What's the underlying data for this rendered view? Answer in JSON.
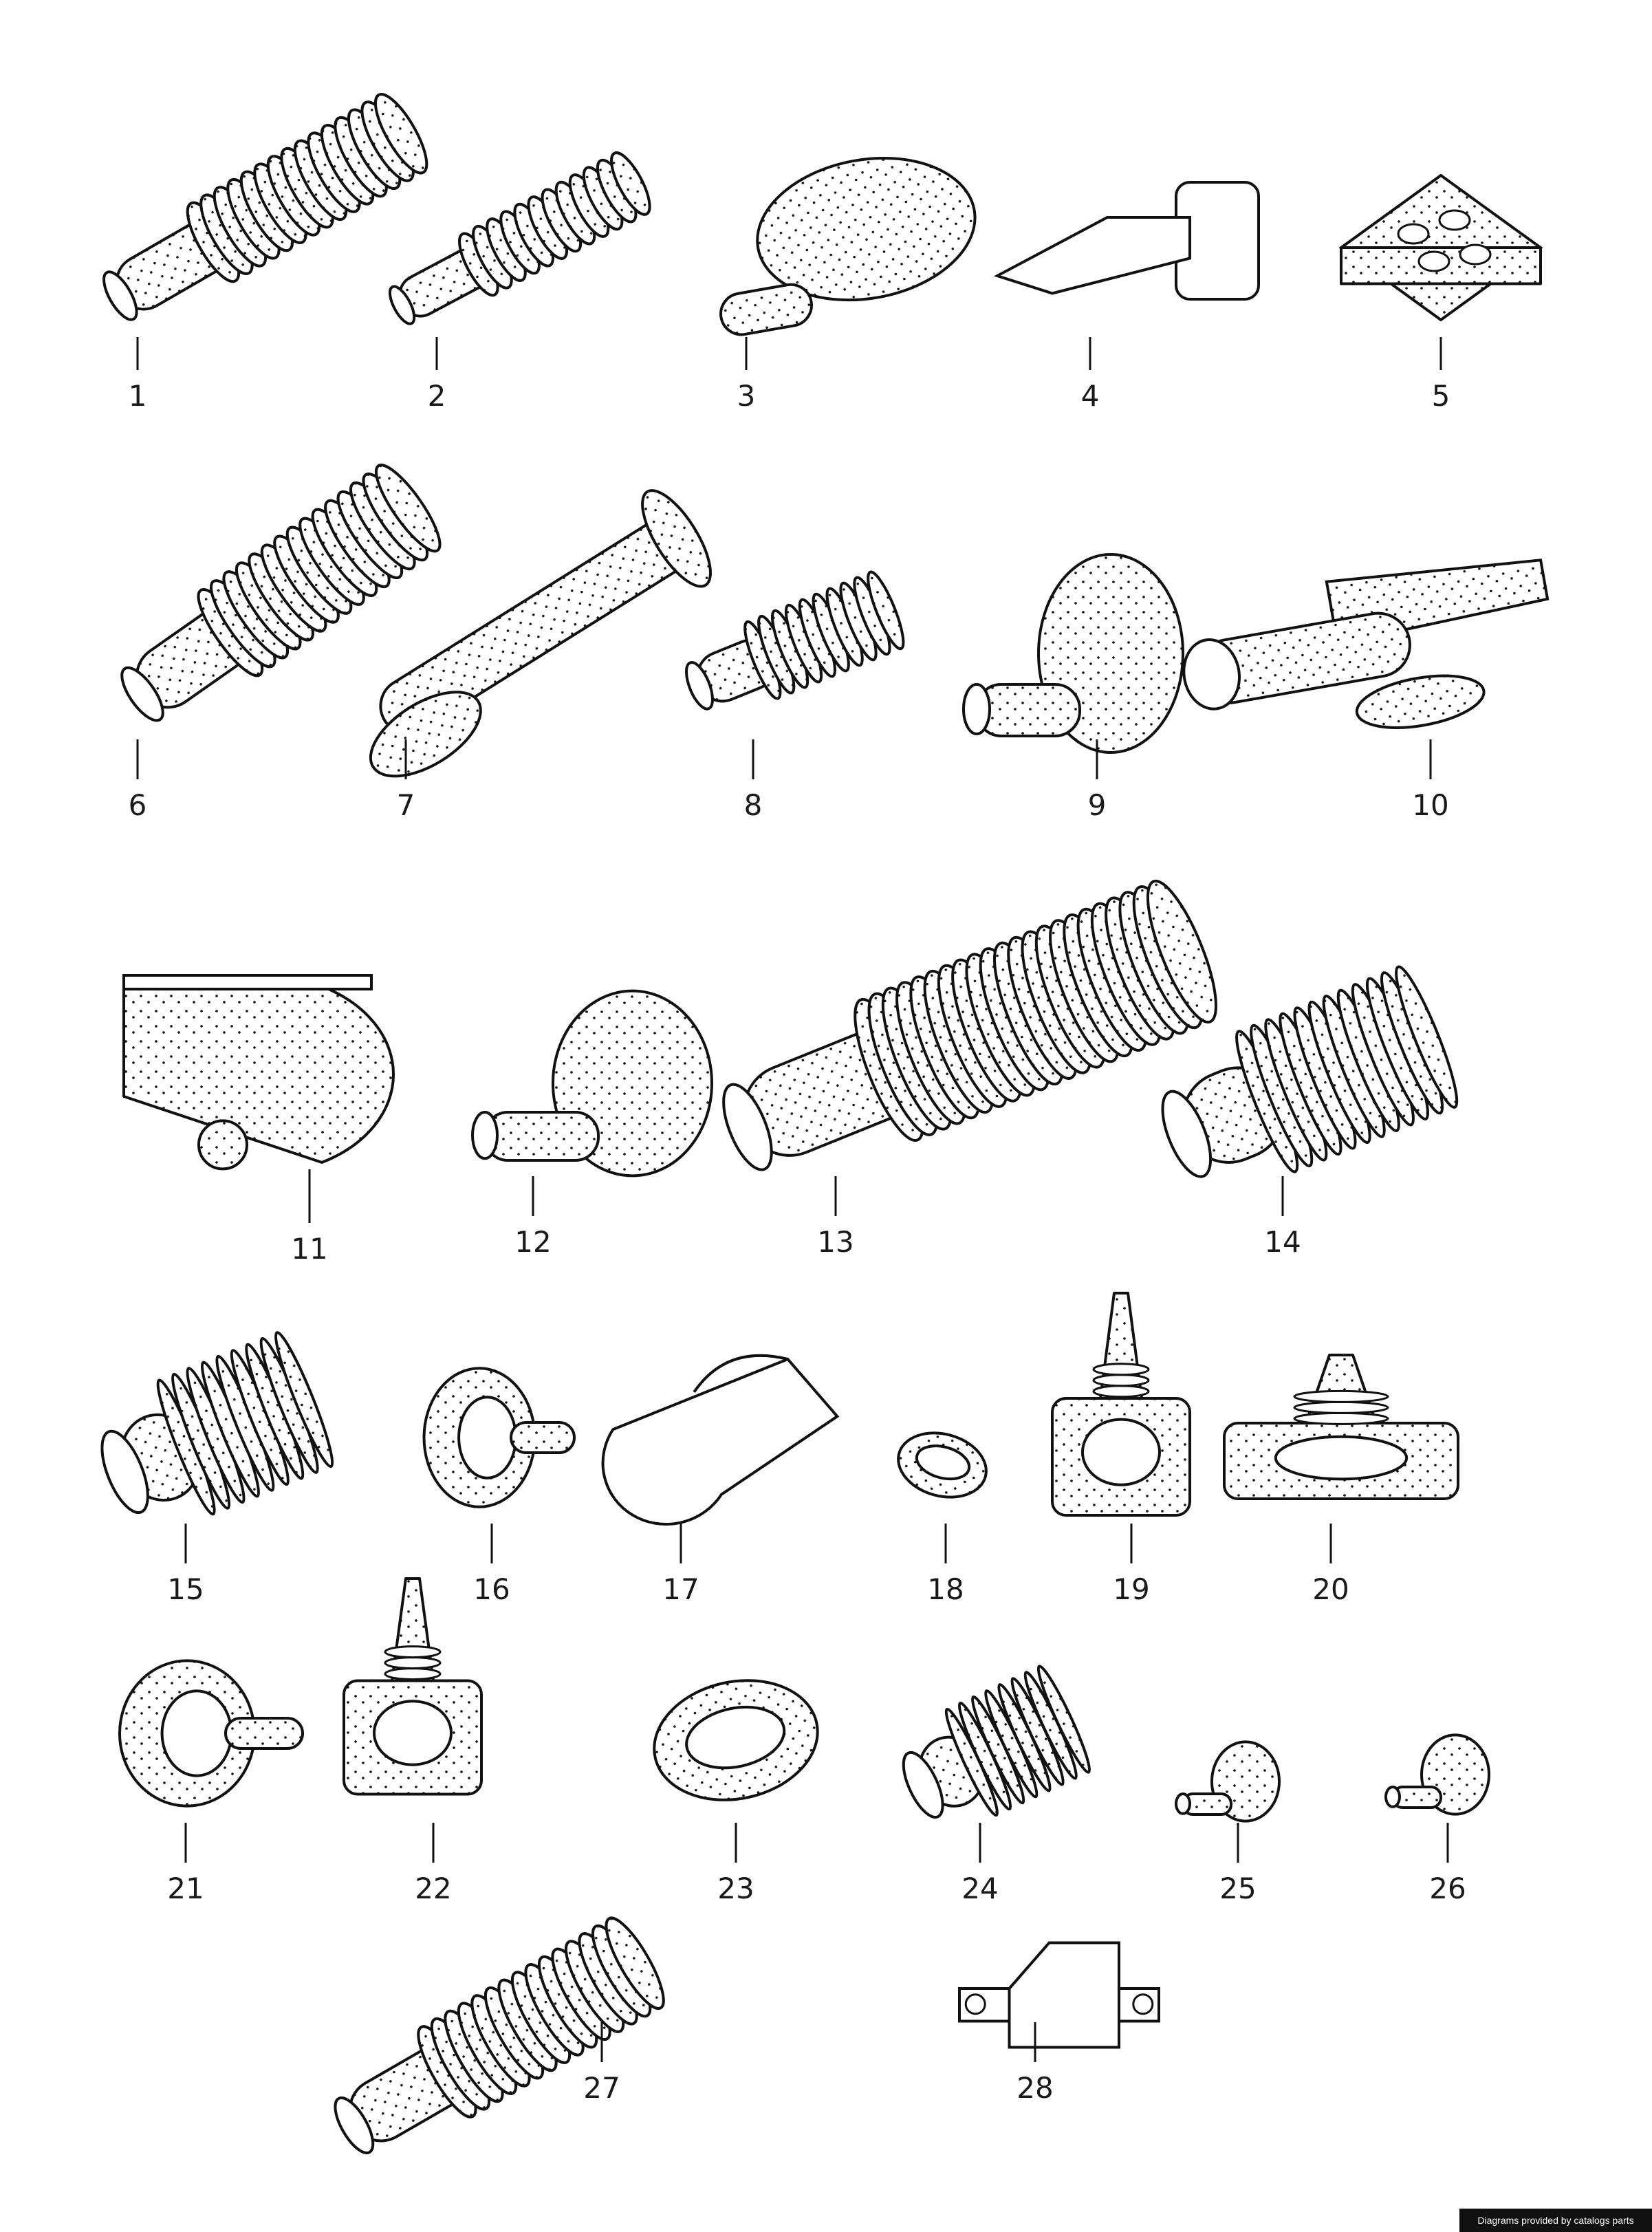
{
  "parts": [
    {
      "id": 1,
      "label": "1"
    },
    {
      "id": 2,
      "label": "2"
    },
    {
      "id": 3,
      "label": "3"
    },
    {
      "id": 4,
      "label": "4"
    },
    {
      "id": 5,
      "label": "5"
    },
    {
      "id": 6,
      "label": "6"
    },
    {
      "id": 7,
      "label": "7"
    },
    {
      "id": 8,
      "label": "8"
    },
    {
      "id": 9,
      "label": "9"
    },
    {
      "id": 10,
      "label": "10"
    },
    {
      "id": 11,
      "label": "11"
    },
    {
      "id": 12,
      "label": "12"
    },
    {
      "id": 13,
      "label": "13"
    },
    {
      "id": 14,
      "label": "14"
    },
    {
      "id": 15,
      "label": "15"
    },
    {
      "id": 16,
      "label": "16"
    },
    {
      "id": 17,
      "label": "17"
    },
    {
      "id": 18,
      "label": "18"
    },
    {
      "id": 19,
      "label": "19"
    },
    {
      "id": 20,
      "label": "20"
    },
    {
      "id": 21,
      "label": "21"
    },
    {
      "id": 22,
      "label": "22"
    },
    {
      "id": 23,
      "label": "23"
    },
    {
      "id": 24,
      "label": "24"
    },
    {
      "id": 25,
      "label": "25"
    },
    {
      "id": 26,
      "label": "26"
    },
    {
      "id": 27,
      "label": "27"
    },
    {
      "id": 28,
      "label": "28"
    }
  ],
  "credit": "Diagrams provided by catalogs parts",
  "colors": {
    "ink": "#111111",
    "background": "#ffffff",
    "credit_bg": "#111111",
    "credit_text": "#ffffff"
  }
}
